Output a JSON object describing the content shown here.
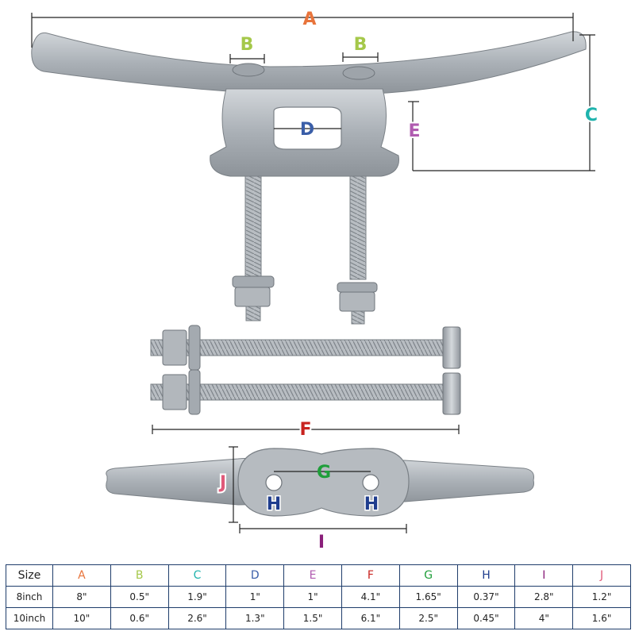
{
  "labels": {
    "A": {
      "text": "A",
      "color": "#e8743b"
    },
    "B": {
      "text": "B",
      "color": "#a5c84a"
    },
    "C": {
      "text": "C",
      "color": "#1fb3ad"
    },
    "D": {
      "text": "D",
      "color": "#3a5ea8"
    },
    "E": {
      "text": "E",
      "color": "#b05bb0"
    },
    "F": {
      "text": "F",
      "color": "#c8231f"
    },
    "G": {
      "text": "G",
      "color": "#1f9e3a"
    },
    "H": {
      "text": "H",
      "color": "#1f3d8e"
    },
    "I": {
      "text": "I",
      "color": "#8a1f7a"
    },
    "J": {
      "text": "J",
      "color": "#e05a7a"
    }
  },
  "table": {
    "header": [
      "Size",
      "A",
      "B",
      "C",
      "D",
      "E",
      "F",
      "G",
      "H",
      "I",
      "J"
    ],
    "rows": [
      [
        "8inch",
        "8\"",
        "0.5\"",
        "1.9\"",
        "1\"",
        "1\"",
        "4.1\"",
        "1.65\"",
        "0.37\"",
        "2.8\"",
        "1.2\""
      ],
      [
        "10inch",
        "10\"",
        "0.6\"",
        "2.6\"",
        "1.3\"",
        "1.5\"",
        "6.1\"",
        "2.5\"",
        "0.45\"",
        "4\"",
        "1.6\""
      ]
    ]
  },
  "colors": {
    "dimension_line": "#222222",
    "metal": "#b4b9bf",
    "table_border": "#1f3d6b"
  }
}
